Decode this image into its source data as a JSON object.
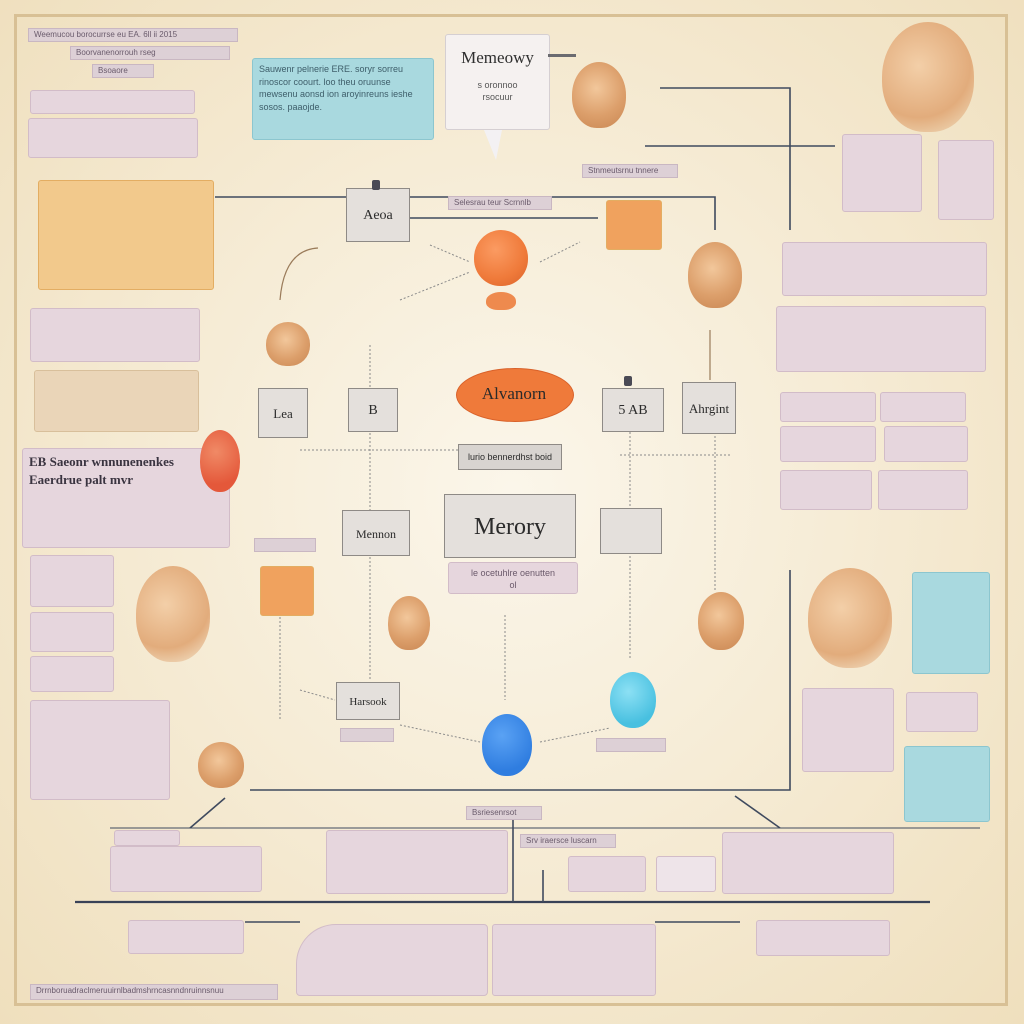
{
  "diagram": {
    "memory_bubble_title": "Memeowy",
    "memory_bubble_text": "s oronnoo\nrsocuur",
    "center_title": "Merory",
    "center_caption": "le ocetuhlre oenutten\nol",
    "center_banner": "lurio bennerdhst boid",
    "oval_label": "Alvanorn",
    "node_abc": "Aeoa",
    "node_lea": "Lea",
    "node_b": "B",
    "node_ab": "AB",
    "node_abc_prefix": "5",
    "node_ahrgint": "Ahrgint",
    "node_mennon": "Mennon",
    "node_harook": "Harsook",
    "top_strip": "Selesrau teur Scrnnlb",
    "top_right_strip": "Stnmeutsrnu tnnere",
    "blue_box": "Sauwenr pelnerie ERE. soryr sorreu\nrinoscor coourt. loo theu oruunse\nmewsenu aonsd ion aroyinreuns ieshe\nsosos. paaojde.",
    "left_title": "EB Saeonr wnnunenenkes\nEaerdrue palt mvr",
    "top_left_line1": "Weemucou borocurrse eu EA. 6ll ii 2015",
    "top_left_line2": "Boorvanenorrouh rseg",
    "top_left_line3": "Bsoaore",
    "bottom_center": "Bsriesenrsot",
    "bottom_label": "Srv iraersce luscarn",
    "footer": "Drrnboruadraclmeruuirnlbadmshrncasnndnruinnsnuu"
  },
  "colors": {
    "accent_orange": "#ef7a3a",
    "accent_blue": "#2f7de0",
    "accent_cyan": "#48c0e0",
    "accent_red": "#e4583a",
    "panel_lavender": "#e6d6dd",
    "panel_teal": "#a9d9df"
  },
  "icons": [
    "orange-balloon-head-icon",
    "blue-balloon-head-icon",
    "cyan-balloon-head-icon",
    "red-balloon-icon",
    "human-head-icon"
  ]
}
